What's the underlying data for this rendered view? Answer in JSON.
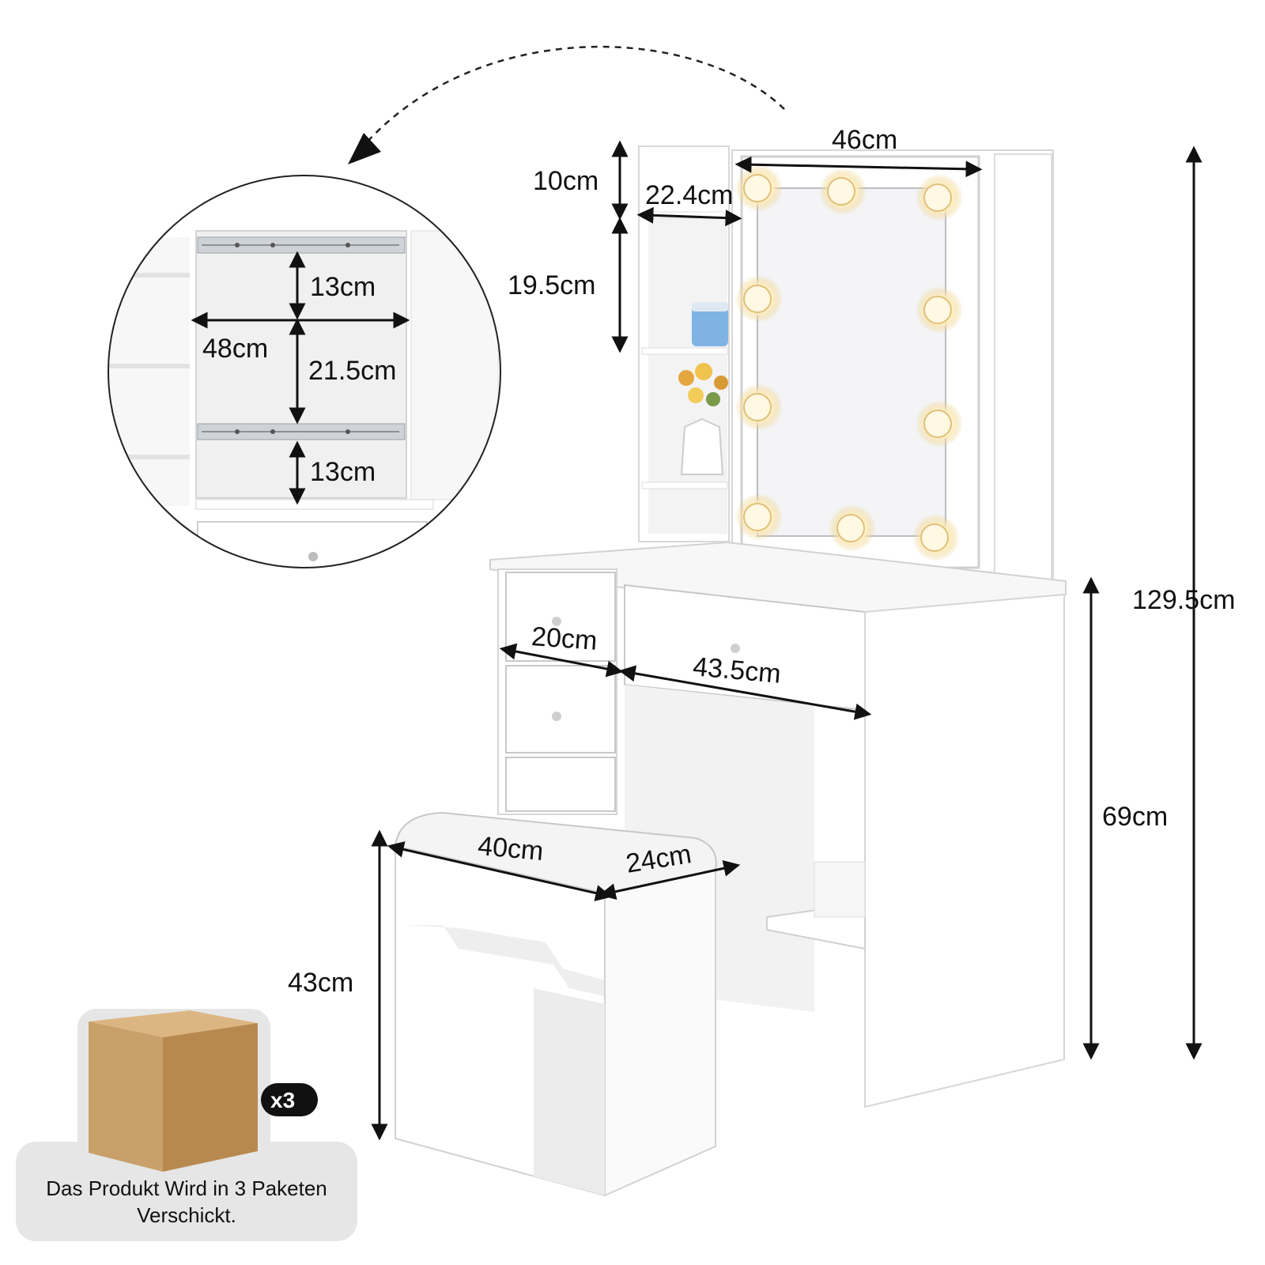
{
  "dimensions": {
    "mirror_width": "46cm",
    "top_gap": "10cm",
    "shelf_width": "22.4cm",
    "shelf_height": "19.5cm",
    "total_height": "129.5cm",
    "detail_drawer_height_top": "13cm",
    "detail_width": "48cm",
    "detail_middle_height": "21.5cm",
    "detail_drawer_height_bottom": "13cm",
    "small_drawer_width": "20cm",
    "main_drawer_width": "43.5cm",
    "desk_height": "69cm",
    "stool_width": "40cm",
    "stool_depth": "24cm",
    "stool_height": "43cm"
  },
  "package": {
    "count_label": "x3",
    "caption_line1": "Das Produkt Wird in 3 Paketen",
    "caption_line2": "Verschickt."
  },
  "colors": {
    "furniture": "#ffffff",
    "furniture_edge": "#d8d8d8",
    "panel_shade": "#f1f1f1",
    "box_face": "#c9a06a",
    "box_top": "#dcb682",
    "box_side": "#b8894f",
    "caption_bg": "#e6e6e6",
    "badge_bg": "#111111",
    "bulb": "#fff6d8",
    "bulb_glow": "#f3d98a"
  }
}
